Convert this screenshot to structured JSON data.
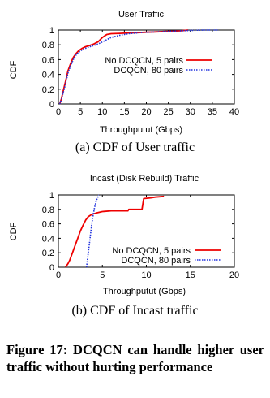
{
  "chart_data": [
    {
      "type": "line",
      "title": "User Traffic",
      "xlabel": "Throughputut (Gbps)",
      "ylabel": "CDF",
      "xlim": [
        0,
        40
      ],
      "ylim": [
        0,
        1
      ],
      "x_ticks": [
        "0",
        "5",
        "10",
        "15",
        "20",
        "25",
        "30",
        "35",
        "40"
      ],
      "y_ticks": [
        "0",
        "0.2",
        "0.4",
        "0.6",
        "0.8",
        "1"
      ],
      "legend_position": "middle-right",
      "series": [
        {
          "name": "No DCQCN, 5 pairs",
          "color": "#ee0000",
          "style": "solid",
          "x": [
            0.3,
            0.7,
            1.0,
            1.4,
            1.8,
            2.2,
            2.8,
            3.4,
            4.0,
            4.6,
            5.3,
            6.0,
            7.0,
            8.0,
            9.0,
            10.0,
            11.0,
            12.0,
            14.0,
            16.0,
            18.0,
            20.0,
            22.0,
            24.0,
            26.0,
            28.0,
            29.5
          ],
          "y": [
            0.0,
            0.07,
            0.15,
            0.25,
            0.35,
            0.45,
            0.55,
            0.63,
            0.68,
            0.72,
            0.75,
            0.77,
            0.79,
            0.81,
            0.84,
            0.9,
            0.94,
            0.95,
            0.955,
            0.96,
            0.965,
            0.97,
            0.975,
            0.98,
            0.985,
            0.99,
            1.0
          ]
        },
        {
          "name": "DCQCN, 80 pairs",
          "color": "#2233dd",
          "style": "dotted",
          "x": [
            0.3,
            0.7,
            1.0,
            1.4,
            1.8,
            2.2,
            2.8,
            3.4,
            4.0,
            4.6,
            5.3,
            6.0,
            7.0,
            8.0,
            9.0,
            10.0,
            11.0,
            12.0,
            14.0,
            16.0,
            18.0,
            20.0,
            22.0,
            24.0,
            26.0,
            28.0,
            30.0,
            33.0,
            36.5
          ],
          "y": [
            0.0,
            0.06,
            0.13,
            0.22,
            0.32,
            0.42,
            0.52,
            0.6,
            0.66,
            0.7,
            0.73,
            0.75,
            0.77,
            0.79,
            0.81,
            0.84,
            0.87,
            0.9,
            0.93,
            0.95,
            0.96,
            0.97,
            0.975,
            0.98,
            0.985,
            0.99,
            0.995,
            1.0,
            1.0
          ]
        }
      ],
      "caption": "(a) CDF of User traffic"
    },
    {
      "type": "line",
      "title": "Incast (Disk Rebuild) Traffic",
      "xlabel": "Throughputut (Gbps)",
      "ylabel": "CDF",
      "xlim": [
        0,
        20
      ],
      "ylim": [
        0,
        1
      ],
      "x_ticks": [
        "0",
        "5",
        "10",
        "15",
        "20"
      ],
      "y_ticks": [
        "0",
        "0.2",
        "0.4",
        "0.6",
        "0.8",
        "1"
      ],
      "legend_position": "bottom-right",
      "series": [
        {
          "name": "No DCQCN, 5 pairs",
          "color": "#ee0000",
          "style": "solid",
          "x": [
            0.8,
            1.1,
            1.3,
            1.6,
            1.9,
            2.2,
            2.5,
            2.8,
            3.1,
            3.4,
            3.8,
            4.3,
            5.0,
            6.0,
            7.0,
            7.9,
            8.0,
            9.0,
            9.5,
            9.7,
            10.5,
            11.0,
            12.0
          ],
          "y": [
            0.0,
            0.05,
            0.1,
            0.2,
            0.3,
            0.4,
            0.5,
            0.58,
            0.65,
            0.7,
            0.73,
            0.75,
            0.77,
            0.78,
            0.78,
            0.78,
            0.8,
            0.8,
            0.8,
            0.95,
            0.96,
            0.97,
            0.98
          ]
        },
        {
          "name": "DCQCN, 80 pairs",
          "color": "#2233dd",
          "style": "dotted",
          "x": [
            3.2,
            3.35,
            3.5,
            3.65,
            3.8,
            3.95,
            4.1,
            4.3,
            4.6
          ],
          "y": [
            0.0,
            0.15,
            0.3,
            0.45,
            0.6,
            0.72,
            0.82,
            0.92,
            1.0
          ]
        }
      ],
      "caption": "(b) CDF of Incast traffic"
    }
  ],
  "figure_caption": "Figure 17: DCQCN can handle higher user traffic without hurting performance"
}
